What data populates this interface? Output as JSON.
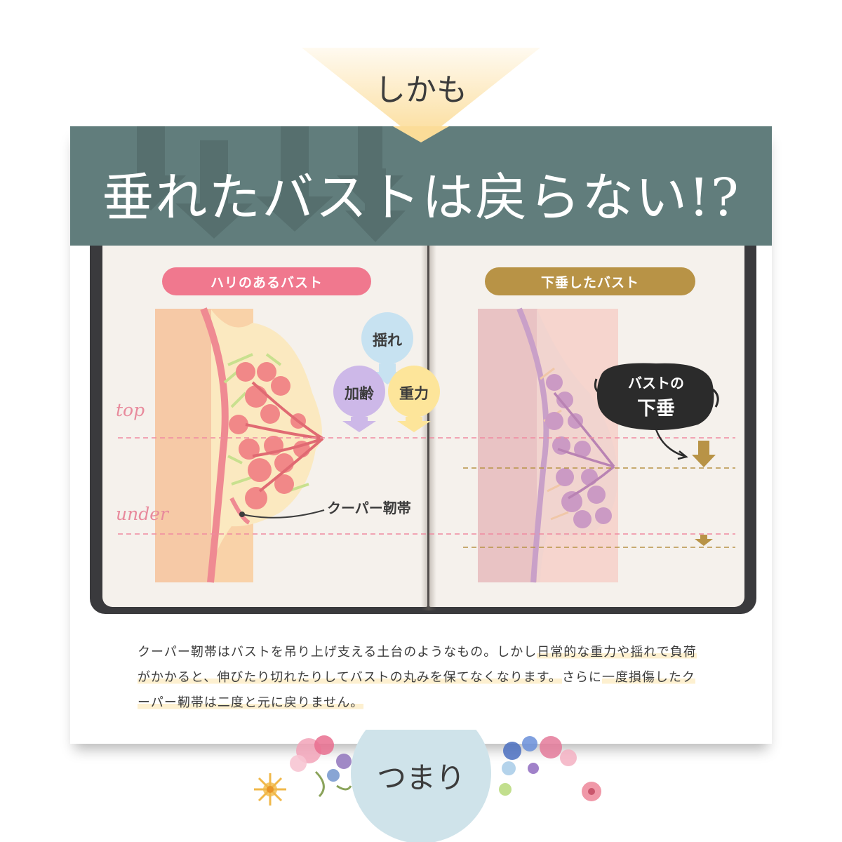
{
  "top_badge": {
    "text": "しかも"
  },
  "headline": {
    "text": "垂れたバストは戻らない!?"
  },
  "left_panel": {
    "title": "ハリのあるバスト",
    "factors": [
      "揺れ",
      "加齢",
      "重力"
    ],
    "line_labels": {
      "top": "top",
      "under": "under"
    },
    "ligament_label": "クーパー靭帯"
  },
  "right_panel": {
    "title": "下垂したバスト",
    "badge_line1": "バストの",
    "badge_line2": "下垂"
  },
  "description": {
    "segments": [
      {
        "text": "クーパー靭帯はバストを吊り上げ支える土台のようなもの。しかし",
        "highlight": false
      },
      {
        "text": "日常的な重力や揺れで負荷がかかると、伸びたり切れたりしてバストの丸みを保てなくなります。",
        "highlight": true
      },
      {
        "text": "さらに",
        "highlight": false
      },
      {
        "text": "一度損傷したクーパー靭帯は二度と元に戻りません。",
        "highlight": true
      }
    ]
  },
  "bottom_badge": {
    "text": "つまり"
  },
  "colors": {
    "banner": "#617d7c",
    "pink_accent": "#f0788e",
    "gold_accent": "#b89346",
    "cream_triangle": "#fbe3a8"
  }
}
